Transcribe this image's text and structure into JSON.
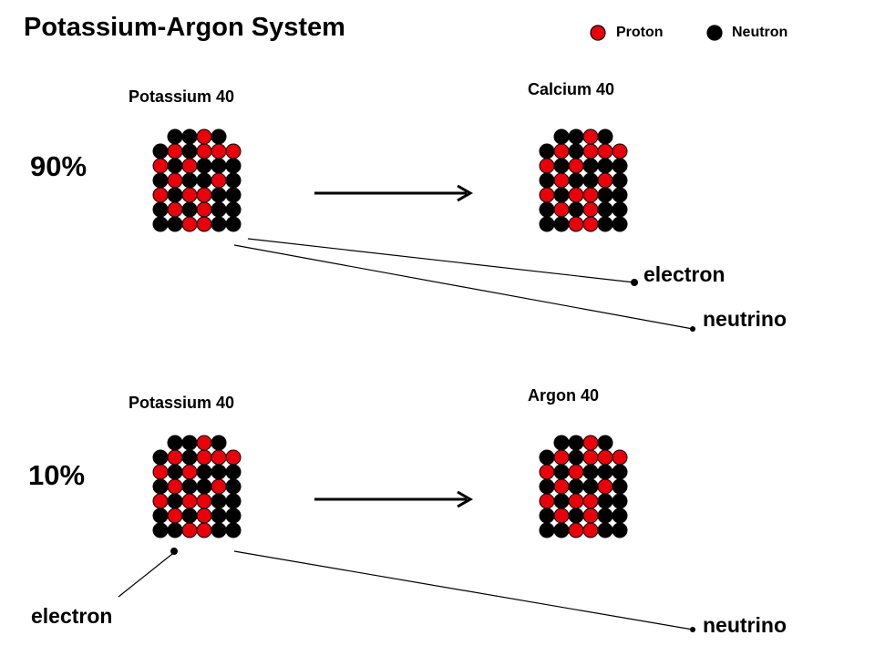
{
  "title": "Potassium-Argon System",
  "legend": {
    "proton": {
      "label": "Proton",
      "color": "#e8000b"
    },
    "neutron": {
      "label": "Neutron",
      "color": "#000000"
    }
  },
  "upper": {
    "percent": "90%",
    "parent": "Potassium 40",
    "daughter": "Calcium 40",
    "particle1": "electron",
    "particle2": "neutrino"
  },
  "lower": {
    "percent": "10%",
    "parent": "Potassium 40",
    "daughter": "Argon 40",
    "particle1": "electron",
    "particle2": "neutrino"
  },
  "nucleus_grid": [
    "_NNPN_",
    "NPNPPP",
    "PNPNNN",
    "NPNNPN",
    "PNPPNN",
    "NPNPNN",
    "NNPPNN"
  ]
}
